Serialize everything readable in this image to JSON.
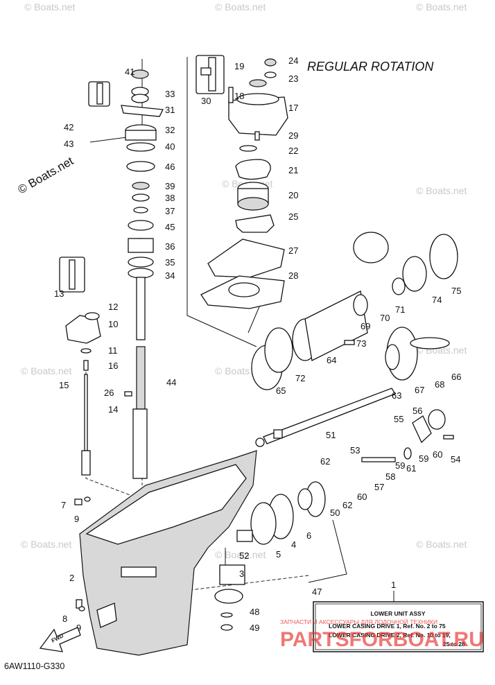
{
  "diagram": {
    "title": "REGULAR ROTATION",
    "drawing_code": "6AW1110-G330",
    "fwd_label": "FWD",
    "watermark": "© Boats.net",
    "stamp": {
      "line1": "ЗАПЧАСТИ И АКСЕССУАРЫ ДЛЯ ЛОДОЧНОЙ ТЕХНИКИ",
      "line2": "PARTSFORBOAT.RU",
      "color": "#e8302a"
    },
    "assembly_box": {
      "ref": "1",
      "title": "LOWER UNIT ASSY",
      "line1": "LOWER CASING DRIVE 1, Ref. No. 2 to 75",
      "line2": "LOWER CASING DRIVE 2, Ref. No. 10 to 19,",
      "line3": "25 to 28"
    },
    "callouts": [
      "2",
      "3",
      "4",
      "5",
      "6",
      "7",
      "8",
      "9",
      "10",
      "11",
      "12",
      "13",
      "14",
      "15",
      "16",
      "17",
      "18",
      "19",
      "20",
      "21",
      "22",
      "23",
      "24",
      "25",
      "26",
      "27",
      "28",
      "29",
      "30",
      "31",
      "32",
      "33",
      "34",
      "35",
      "36",
      "37",
      "38",
      "39",
      "40",
      "41",
      "42",
      "43",
      "44",
      "45",
      "46",
      "47",
      "48",
      "49",
      "50",
      "51",
      "52",
      "53",
      "54",
      "55",
      "56",
      "57",
      "58",
      "59",
      "60",
      "61",
      "62",
      "63",
      "64",
      "65",
      "66",
      "67",
      "68",
      "69",
      "70",
      "71",
      "72",
      "73",
      "74",
      "75"
    ]
  }
}
